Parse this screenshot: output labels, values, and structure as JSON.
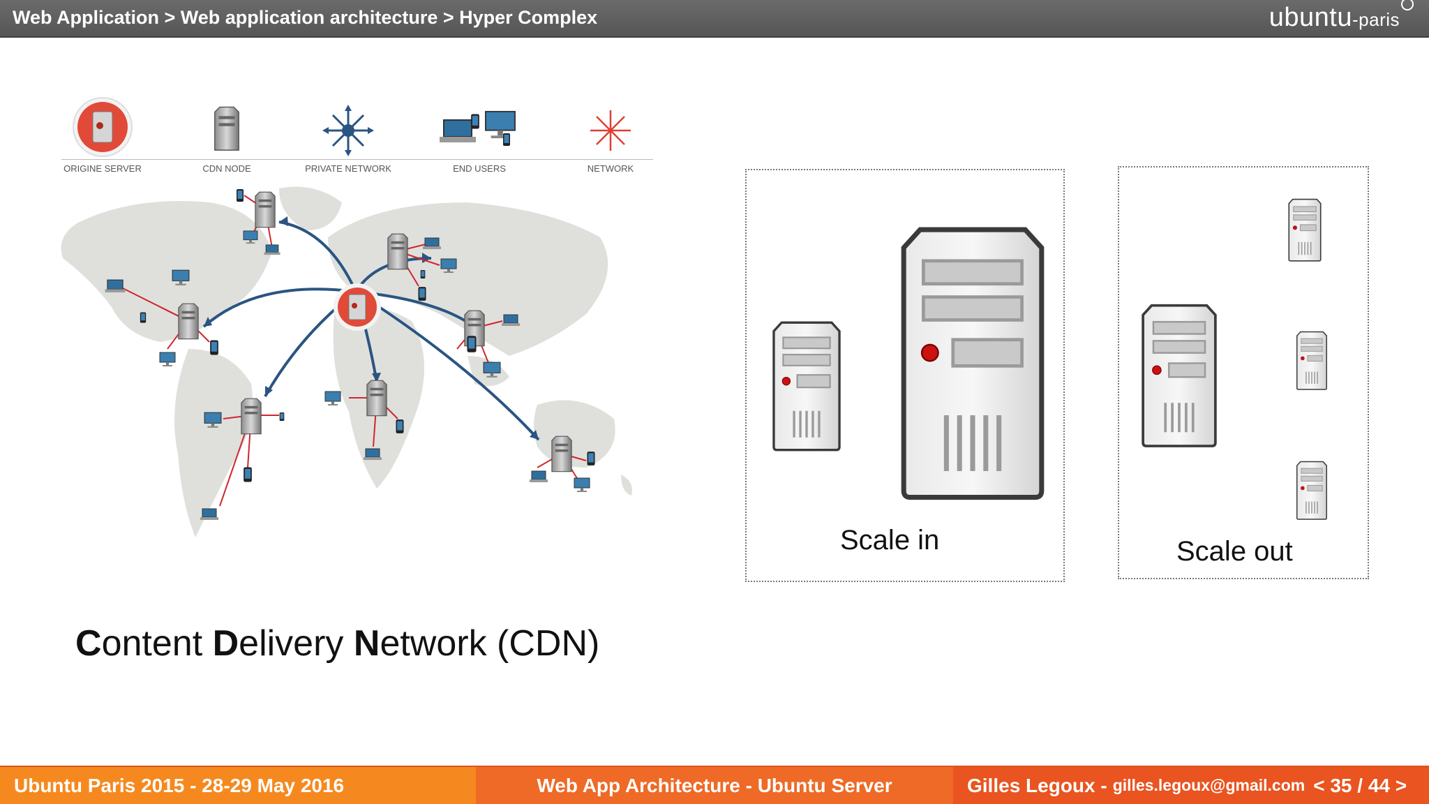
{
  "header": {
    "breadcrumb": "Web Application > Web application architecture > Hyper Complex",
    "brand_main": "ubuntu",
    "brand_suffix": "-paris"
  },
  "legend": {
    "items": [
      {
        "label": "ORIGINE SERVER",
        "icon": "origin-server-icon"
      },
      {
        "label": "CDN NODE",
        "icon": "cdn-node-icon"
      },
      {
        "label": "PRIVATE NETWORK",
        "icon": "private-network-icon"
      },
      {
        "label": "END USERS",
        "icon": "end-users-icon"
      },
      {
        "label": "NETWORK",
        "icon": "network-icon"
      }
    ]
  },
  "scaling": {
    "scale_in_label": "Scale in",
    "scale_out_label": "Scale out"
  },
  "cdn_title": {
    "c": "C",
    "ontent": "ontent ",
    "d": "D",
    "elivery": "elivery ",
    "n": "N",
    "etwork": "etwork (CDN)"
  },
  "footer": {
    "event": "Ubuntu Paris 2015 - 28-29 May 2016",
    "talk": "Web App Architecture - Ubuntu Server",
    "author": "Gilles Legoux -",
    "email": "gilles.legoux@gmail.com",
    "page": "< 35 / 44 >"
  },
  "colors": {
    "header_bg": "#5f5f5f",
    "accent_orange": "#e95420",
    "footer_left": "#f5891f",
    "footer_mid": "#ee6a26",
    "arrow_blue": "#2a5482",
    "link_red": "#d0262d"
  }
}
